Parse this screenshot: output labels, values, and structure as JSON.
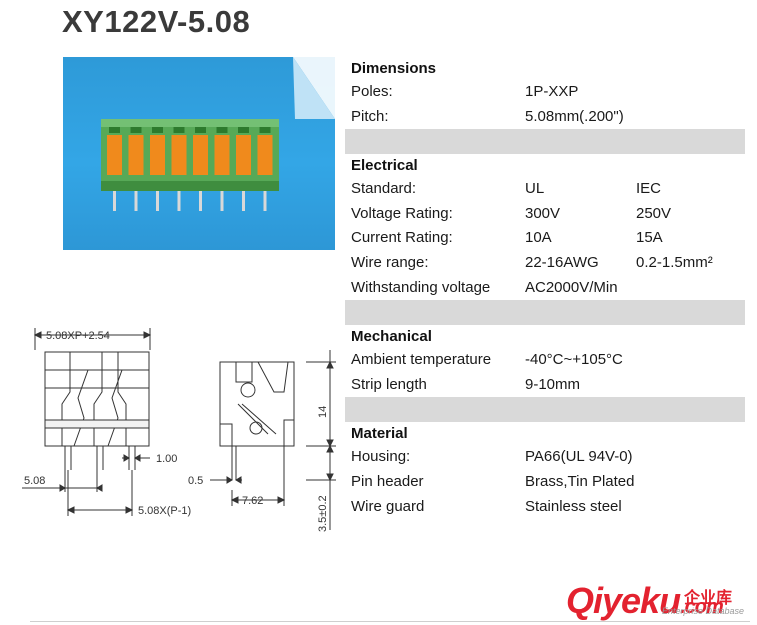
{
  "title": "XY122V-5.08",
  "sections": [
    {
      "name": "Dimensions",
      "rows": [
        {
          "label": "Poles:",
          "v1": "1P-XXP",
          "v2": ""
        },
        {
          "label": "Pitch:",
          "v1": "5.08mm(.200\")",
          "v2": ""
        }
      ]
    },
    {
      "name": "Electrical",
      "rows": [
        {
          "label": "Standard:",
          "v1": "UL",
          "v2": "IEC"
        },
        {
          "label": "Voltage Rating:",
          "v1": "300V",
          "v2": "250V"
        },
        {
          "label": "Current Rating:",
          "v1": "10A",
          "v2": "15A"
        },
        {
          "label": "Wire range:",
          "v1": "22-16AWG",
          "v2": "0.2-1.5mm²"
        },
        {
          "label": "Withstanding voltage",
          "v1": "AC2000V/Min",
          "v2": ""
        }
      ]
    },
    {
      "name": "Mechanical",
      "rows": [
        {
          "label": "Ambient temperature",
          "v1": "-40°C~+105°C",
          "v2": ""
        },
        {
          "label": "Strip length",
          "v1": "9-10mm",
          "v2": ""
        }
      ]
    },
    {
      "name": "Material",
      "rows": [
        {
          "label": "Housing:",
          "v1": "PA66(UL 94V-0)",
          "v2": ""
        },
        {
          "label": "Pin header",
          "v1": "Brass,Tin Plated",
          "v2": ""
        },
        {
          "label": "Wire guard",
          "v1": "Stainless steel",
          "v2": ""
        }
      ]
    }
  ],
  "drawing": {
    "top_dim": "5.08XP+2.54",
    "pin_dim": "1.00",
    "left_dim": "5.08",
    "bottom_dim": "5.08X(P-1)",
    "side_pin": "0.5",
    "side_width": "7.62",
    "height": "14",
    "pin_len": "3.5±0.2"
  },
  "logo": {
    "main": "Qiyeku",
    "suffix": ".com",
    "cn": "企业库",
    "sub": "Enterprise Database"
  },
  "colors": {
    "photo_bg": "#2e9ad8",
    "housing": "#5aab5a",
    "lever": "#f08a1c",
    "logo": "#e3222f",
    "section_gap": "#d9d9d9"
  }
}
